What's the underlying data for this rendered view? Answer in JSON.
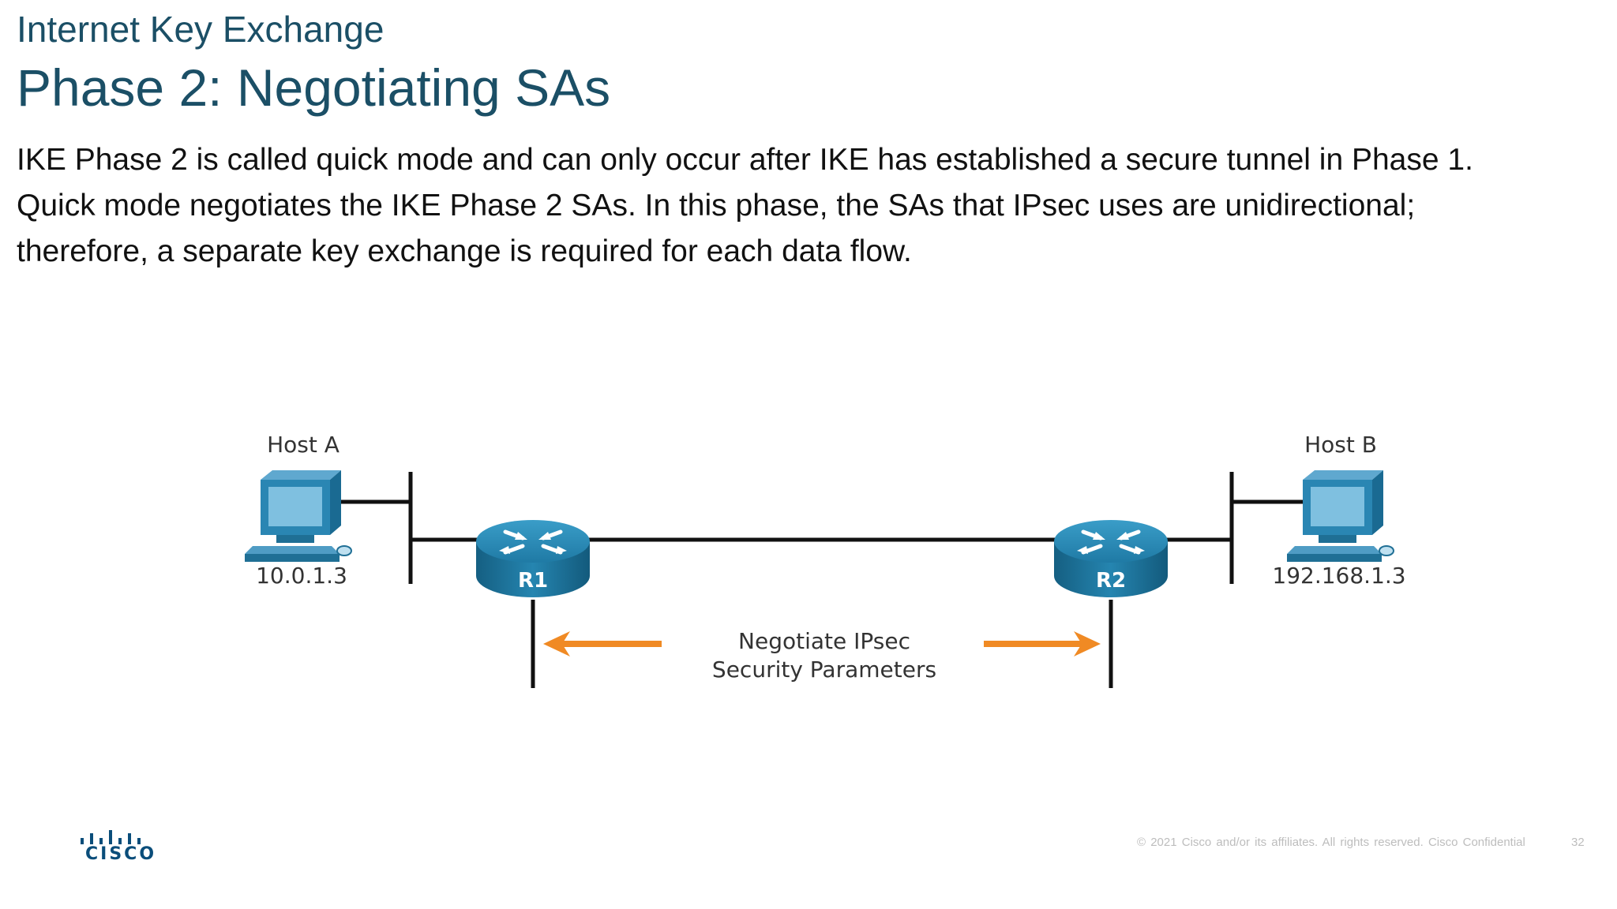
{
  "header": {
    "section_title": "Internet Key Exchange",
    "slide_title": "Phase 2: Negotiating SAs"
  },
  "body": {
    "lines": [
      "IKE Phase 2 is called quick mode and can only occur after IKE has established a secure tunnel in Phase 1.",
      "Quick mode negotiates the IKE Phase 2 SAs. In this phase, the SAs that IPsec uses are unidirectional;",
      "therefore, a separate key exchange is required for each data flow."
    ]
  },
  "diagram": {
    "host_a": {
      "name": "Host A",
      "ip": "10.0.1.3"
    },
    "host_b": {
      "name": "Host B",
      "ip": "192.168.1.3"
    },
    "router_1": {
      "label": "R1"
    },
    "router_2": {
      "label": "R2"
    },
    "negotiation_label": [
      "Negotiate IPsec",
      "Security Parameters"
    ],
    "colors": {
      "arrow": "#f08a24",
      "router": "#1f7fa8",
      "monitor": "#2a86b3",
      "line": "#111111"
    }
  },
  "footer": {
    "logo_text": "CISCO",
    "copyright": "© 2021  Cisco and/or its affiliates. All rights reserved.   Cisco Confidential",
    "page_number": "32"
  }
}
